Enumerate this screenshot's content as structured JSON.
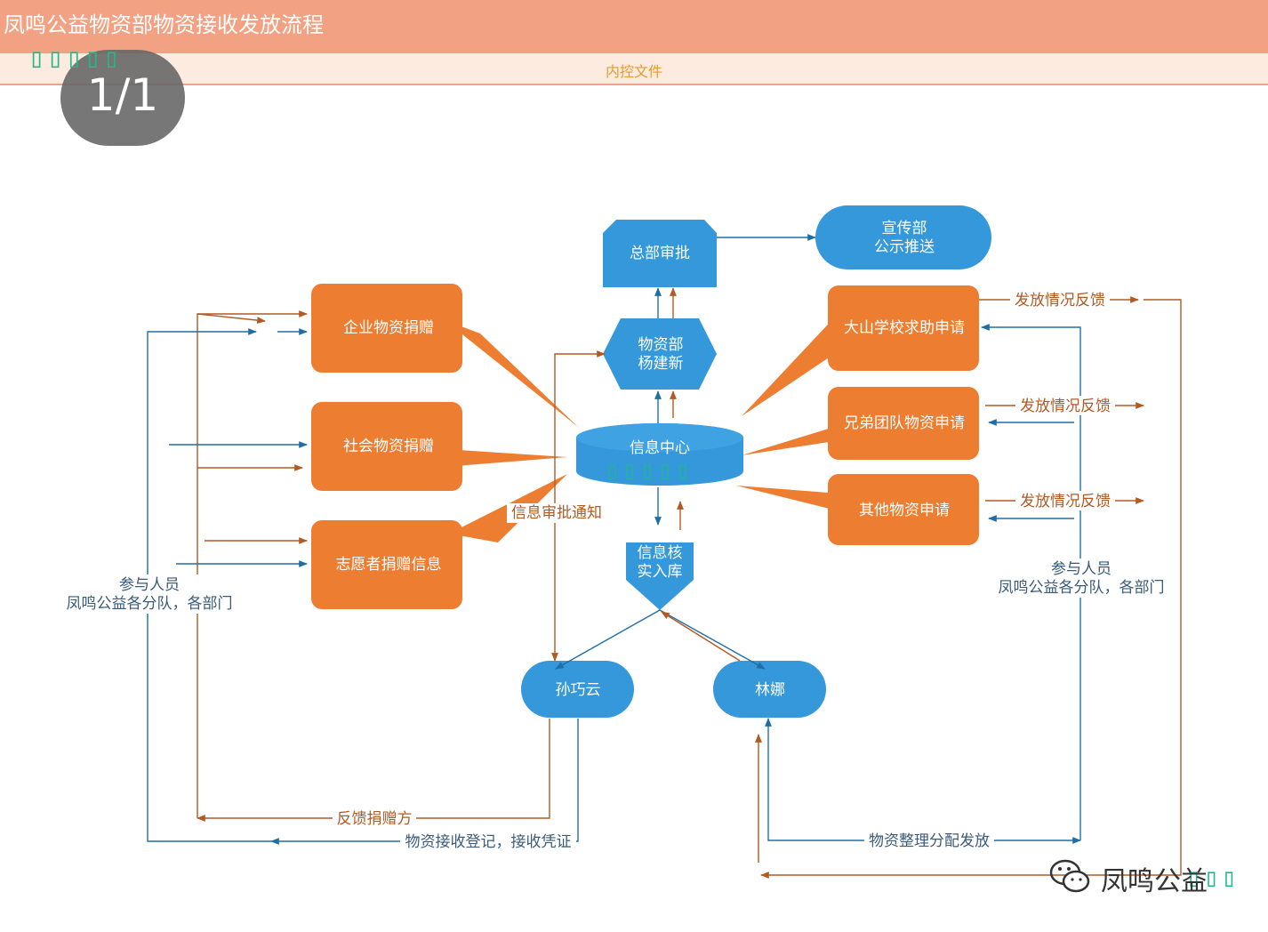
{
  "header": {
    "title": "凤鸣公益物资部物资接收发放流程"
  },
  "subbar": {
    "label": "内控文件"
  },
  "page_counter": "1/1",
  "colors": {
    "orange_node": "#ed7d31",
    "blue_node": "#3498db",
    "blue_line": "#1f6fa6",
    "brown_line": "#b35a22",
    "header": "#f2a283"
  },
  "nodes": {
    "enterprise_donation": "企业物资捐赠",
    "social_donation": "社会物资捐赠",
    "volunteer_donation_info": "志愿者捐赠信息",
    "hq_approval": "总部审批",
    "publicity_line1": "宣传部",
    "publicity_line2": "公示推送",
    "materials_dept_line1": "物资部",
    "materials_dept_line2": "杨建新",
    "info_center": "信息中心",
    "verify_line1": "信息核",
    "verify_line2": "实入库",
    "sun_qiaoyun": "孙巧云",
    "lin_na": "林娜",
    "mountain_school_request": "大山学校求助申请",
    "brothers_team_request": "兄弟团队物资申请",
    "other_request": "其他物资申请"
  },
  "edge_labels": {
    "feedback_1": "发放情况反馈",
    "feedback_2": "发放情况反馈",
    "feedback_3": "发放情况反馈",
    "approval_notice": "信息审批通知",
    "feedback_donor": "反馈捐赠方",
    "receipt_register": "物资接收登记，接收凭证",
    "sort_distribute": "物资整理分配发放"
  },
  "annotations": {
    "left_participants_line1": "参与人员",
    "left_participants_line2": "凤鸣公益各分队，各部门",
    "right_participants_line1": "参与人员",
    "right_participants_line2": "凤鸣公益各分队，各部门"
  },
  "watermark": {
    "text": "凤鸣公益",
    "icon": "wechat-icon"
  }
}
